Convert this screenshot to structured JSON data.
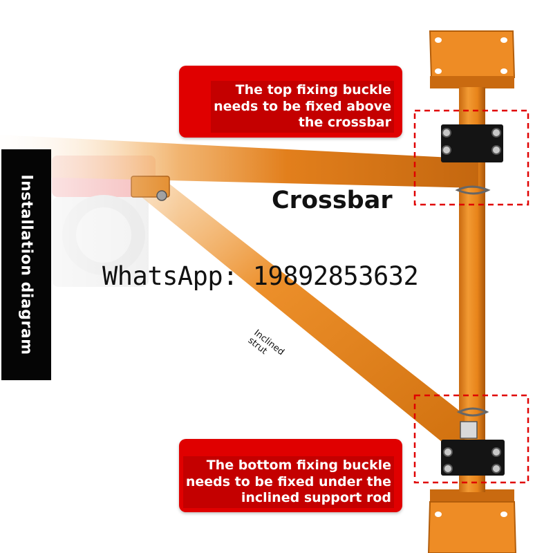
{
  "side_tab": {
    "text": "Installation diagram"
  },
  "callouts": {
    "top": "The top fixing buckle\nneeds to be fixed above\nthe crossbar",
    "bottom": "The bottom fixing buckle\nneeds to be fixed under the\ninclined support rod"
  },
  "labels": {
    "crossbar": "Crossbar",
    "strut": "Inclined\nstrut"
  },
  "watermark": {
    "text": "WhatsApp: 19892853632"
  },
  "colors": {
    "steel_orange": "#e8841a",
    "steel_dark": "#b55f0c",
    "callout_red": "#e00000",
    "dash_red": "#e00000",
    "buckle_black": "#141414",
    "side_tab_black": "#050505"
  }
}
